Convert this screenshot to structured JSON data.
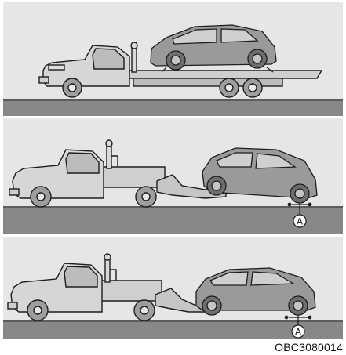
{
  "figure": {
    "panels": [
      {
        "id": "flatbed",
        "callout": ""
      },
      {
        "id": "wheel-lift-front",
        "callout": "A"
      },
      {
        "id": "wheel-lift-rear",
        "callout": "A"
      }
    ],
    "callout_label": "A",
    "figure_code": "OBC3080014",
    "colors": {
      "sky": "#e8e8e8",
      "road": "#8c8c8c",
      "road_dark": "#6a6a6a",
      "truck_body": "#d6d6d6",
      "car_body": "#9a9a9a",
      "outline": "#1e1e1e"
    }
  }
}
